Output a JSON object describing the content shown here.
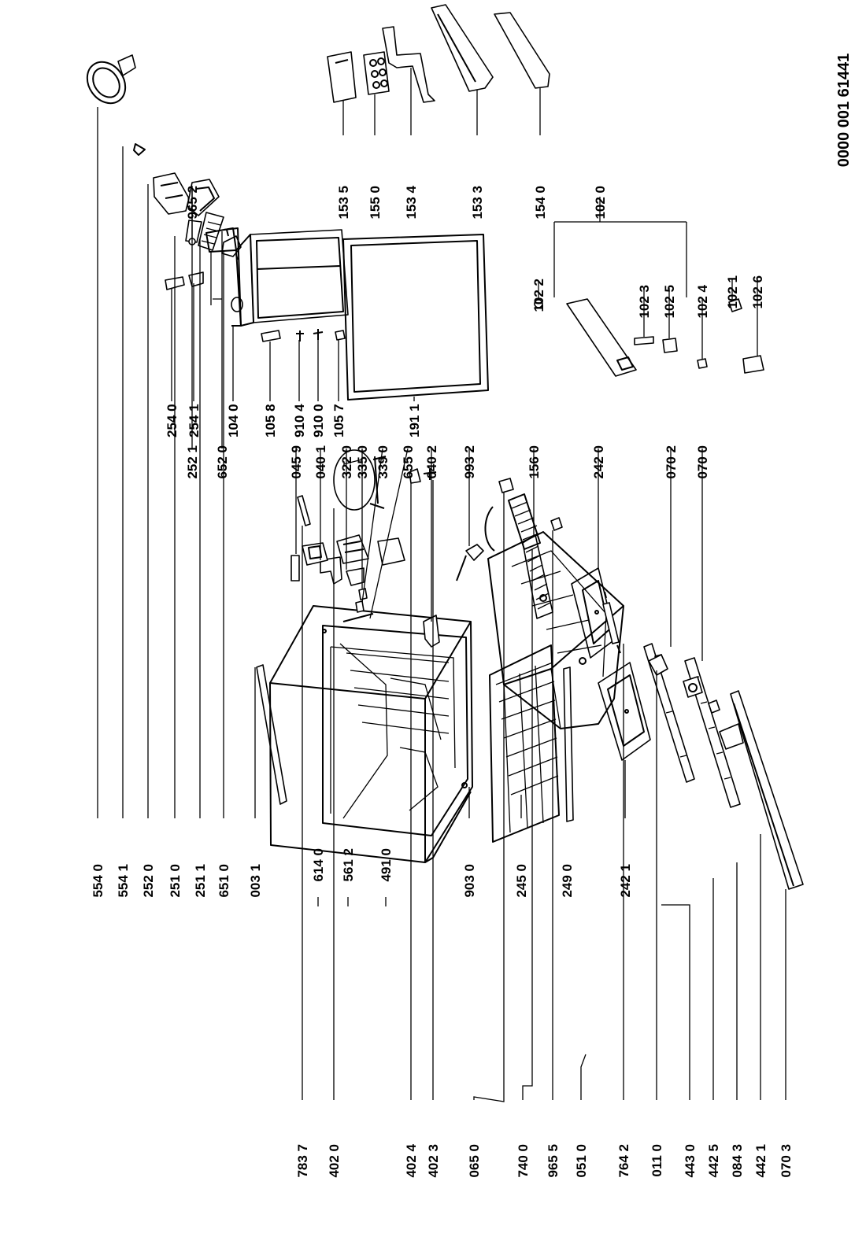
{
  "document_id": "0000 001 61441",
  "labels": {
    "554_0": "554 0",
    "554_1": "554 1",
    "252_0": "252 0",
    "251_0": "251 0",
    "251_1": "251 1",
    "651_0": "651 0",
    "003_1": "003 1",
    "252_1": "252 1",
    "652_0": "652 0",
    "045_9": "045 9",
    "040_1": "040 1",
    "322_0": "322 0",
    "335_0": "335 0",
    "339_0": "339 0",
    "655_0": "655 0",
    "040_2": "040 2",
    "993_2": "993 2",
    "156_0": "156 0",
    "242_0": "242 0",
    "070_2": "070 2",
    "070_0": "070 0",
    "903_0": "903 0",
    "245_0": "245 0",
    "249_0": "249 0",
    "242_1": "242 1",
    "254_0": "254 0",
    "254_1": "254 1",
    "104_0": "104 0",
    "105_8": "105 8",
    "910_4": "910 4",
    "910_0": "910 0",
    "105_7": "105 7",
    "191_1": "191 1",
    "965_2": "965 2",
    "153_5": "153 5",
    "155_0": "155 0",
    "153_4": "153 4",
    "153_3": "153 3",
    "154_0": "154 0",
    "102_0": "102 0",
    "102_2": "102 2",
    "102_3": "102 3",
    "102_5": "102 5",
    "102_4": "102 4",
    "102_1": "102 1",
    "102_6": "102 6",
    "783_7": "783 7",
    "402_0": "402 0",
    "402_4": "402 4",
    "402_3": "402 3",
    "065_0": "065 0",
    "740_0": "740 0",
    "965_5": "965 5",
    "051_0": "051 0",
    "764_2": "764 2",
    "011_0": "011 0",
    "443_0": "443 0",
    "442_5": "442 5",
    "084_3": "084 3",
    "442_1": "442 1",
    "070_3": "070 3",
    "614_0": "614 0",
    "561_2": "561 2",
    "491_0": "491 0"
  }
}
